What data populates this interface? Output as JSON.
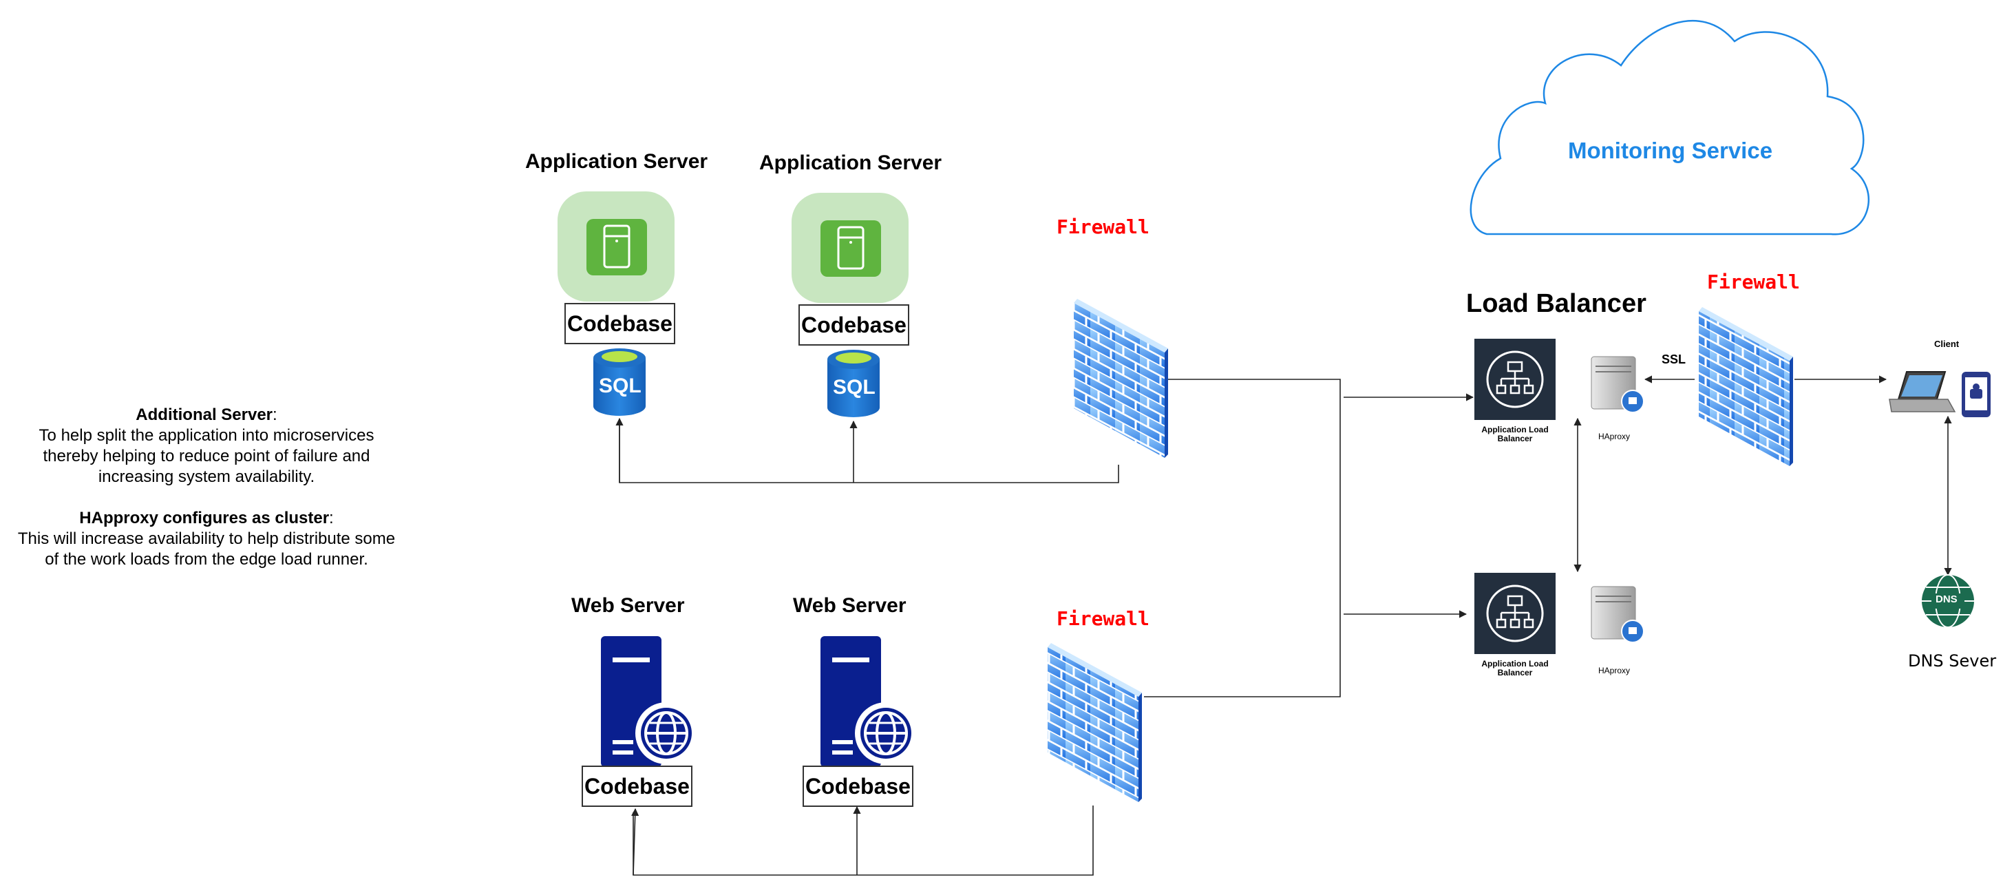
{
  "cloud": {
    "label": "Monitoring Service"
  },
  "app_servers": [
    {
      "title": "Application Server",
      "codebase": "Codebase",
      "db_label": "SQL"
    },
    {
      "title": "Application Server",
      "codebase": "Codebase",
      "db_label": "SQL"
    }
  ],
  "web_servers": [
    {
      "title": "Web Server",
      "codebase": "Codebase"
    },
    {
      "title": "Web Server",
      "codebase": "Codebase"
    }
  ],
  "firewalls": {
    "app": "Firewall",
    "web": "Firewall",
    "edge": "Firewall"
  },
  "load_balancer": {
    "title": "Load Balancer",
    "alb_label_top": "Application Load Balancer",
    "alb_label_bottom": "Application Load Balancer",
    "haproxy_top": "HAproxy",
    "haproxy_bottom": "HAproxy",
    "ssl": "SSL"
  },
  "client": {
    "label": "Client"
  },
  "dns": {
    "label": "DNS Sever",
    "icon_text": "DNS"
  },
  "notes": {
    "p1_title": "Additional Server",
    "p1_line1": "To help split the application into microservices",
    "p1_line2": "thereby helping to reduce point of failure and",
    "p1_line3": "increasing system availability.",
    "p2_title": "HApproxy configures as cluster",
    "p2_line1": "This will increase availability to help distribute some",
    "p2_line2": "of the work loads from the edge load runner."
  },
  "colors": {
    "firewall_red": "#ff0000",
    "cloud_blue": "#1e88e5",
    "server_green": "#5fb43f",
    "server_bg": "#c8e6c0",
    "sql_blue": "#1f6fc5",
    "web_server_navy": "#0a1f8f",
    "alb_dark": "#232f3e",
    "dns_green": "#1b6b4f"
  }
}
